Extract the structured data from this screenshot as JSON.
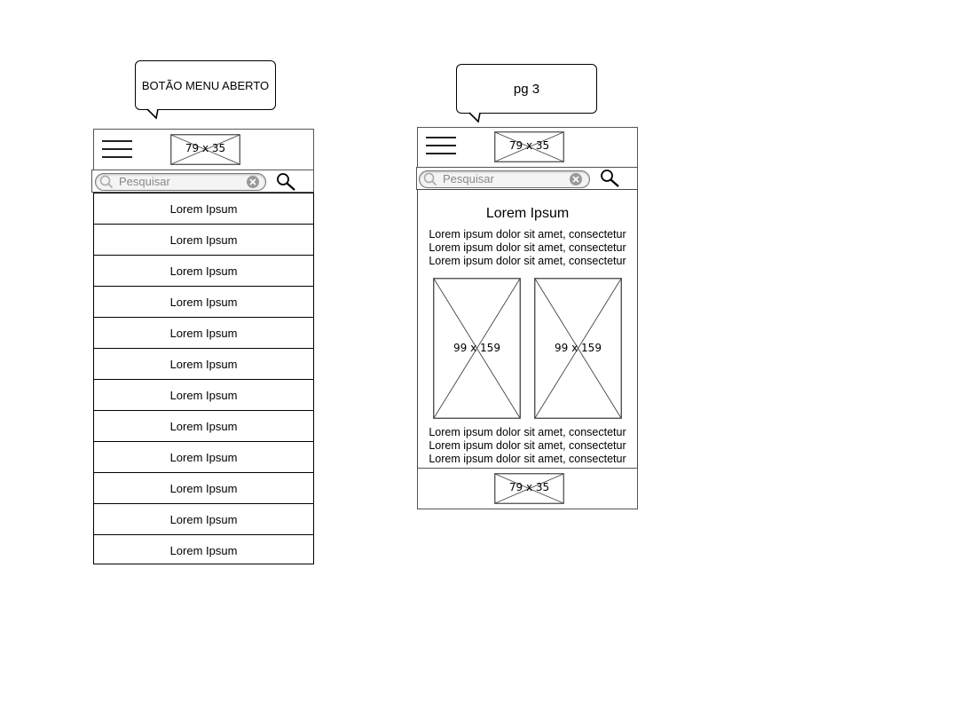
{
  "left_screen": {
    "callout": "BOTÃO MENU ABERTO",
    "logo_placeholder": "79 x 35",
    "search": {
      "placeholder": "Pesquisar"
    },
    "menu_items": [
      "Lorem Ipsum",
      "Lorem Ipsum",
      "Lorem Ipsum",
      "Lorem Ipsum",
      "Lorem Ipsum",
      "Lorem Ipsum",
      "Lorem Ipsum",
      "Lorem Ipsum",
      "Lorem Ipsum",
      "Lorem Ipsum",
      "Lorem Ipsum",
      "Lorem Ipsum"
    ]
  },
  "right_screen": {
    "callout": "pg 3",
    "logo_placeholder": "79 x 35",
    "search": {
      "placeholder": "Pesquisar"
    },
    "content": {
      "title": "Lorem Ipsum",
      "paragraph_top": [
        "Lorem ipsum dolor sit amet, consectetur",
        "Lorem ipsum dolor sit amet, consectetur",
        "Lorem ipsum dolor sit amet, consectetur"
      ],
      "image_left": "99 x 159",
      "image_right": "99 x 159",
      "paragraph_bottom": [
        "Lorem ipsum dolor sit amet, consectetur",
        "Lorem ipsum dolor sit amet, consectetur",
        "Lorem ipsum dolor sit amet, consectetur"
      ]
    },
    "footer_logo_placeholder": "79 x 35"
  }
}
